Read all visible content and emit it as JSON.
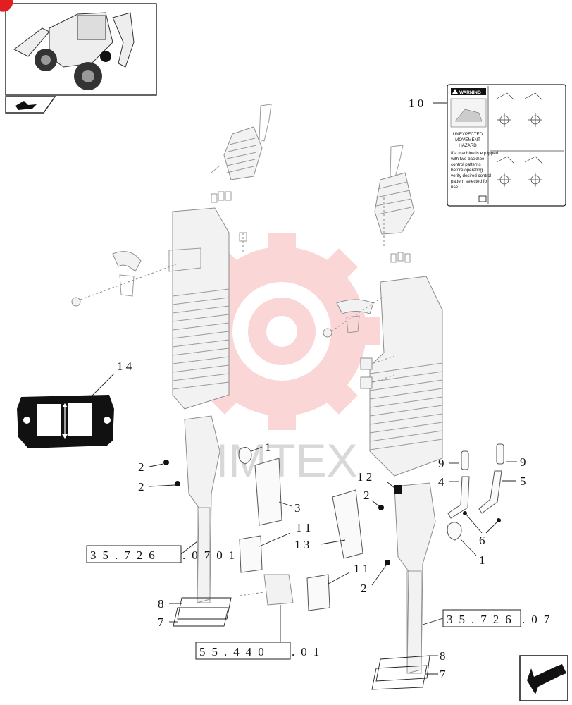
{
  "callouts": [
    {
      "id": "c10",
      "text": "1 0"
    },
    {
      "id": "c14",
      "text": "1 4"
    },
    {
      "id": "c1a",
      "text": "1"
    },
    {
      "id": "c2a",
      "text": "2"
    },
    {
      "id": "c2b",
      "text": "2"
    },
    {
      "id": "c3",
      "text": "3"
    },
    {
      "id": "c11a",
      "text": "1 1"
    },
    {
      "id": "c13",
      "text": "1 3"
    },
    {
      "id": "c12",
      "text": "1 2"
    },
    {
      "id": "c2c",
      "text": "2"
    },
    {
      "id": "c9a",
      "text": "9"
    },
    {
      "id": "c4",
      "text": "4"
    },
    {
      "id": "c9b",
      "text": "9"
    },
    {
      "id": "c5",
      "text": "5"
    },
    {
      "id": "c6",
      "text": "6"
    },
    {
      "id": "c1b",
      "text": "1"
    },
    {
      "id": "c11b",
      "text": "1 1"
    },
    {
      "id": "c2d",
      "text": "2"
    },
    {
      "id": "c8a",
      "text": "8"
    },
    {
      "id": "c7a",
      "text": "7"
    },
    {
      "id": "c8b",
      "text": "8"
    },
    {
      "id": "c7b",
      "text": "7"
    }
  ],
  "references": [
    {
      "id": "r1",
      "boxed": "35.726",
      "tail": ".0701"
    },
    {
      "id": "r2",
      "boxed": "55.440",
      "tail": ".01"
    },
    {
      "id": "r3",
      "boxed": "35.726",
      "tail": ".07"
    }
  ],
  "watermark": "IMTEX",
  "decal": {
    "header": "WARNING",
    "lines": [
      "UNEXPECTED",
      "MOVEMENT",
      "HAZARD",
      "If a machine is equipped",
      "with two backhoe",
      "control patterns",
      "before operating",
      "verify desired control",
      "pattern selected for",
      "use"
    ]
  },
  "icons": {
    "corner_badge": "page-corner-badge",
    "nav_arrow": "next-page-arrow-icon",
    "nav_back": "previous-section-icon"
  }
}
